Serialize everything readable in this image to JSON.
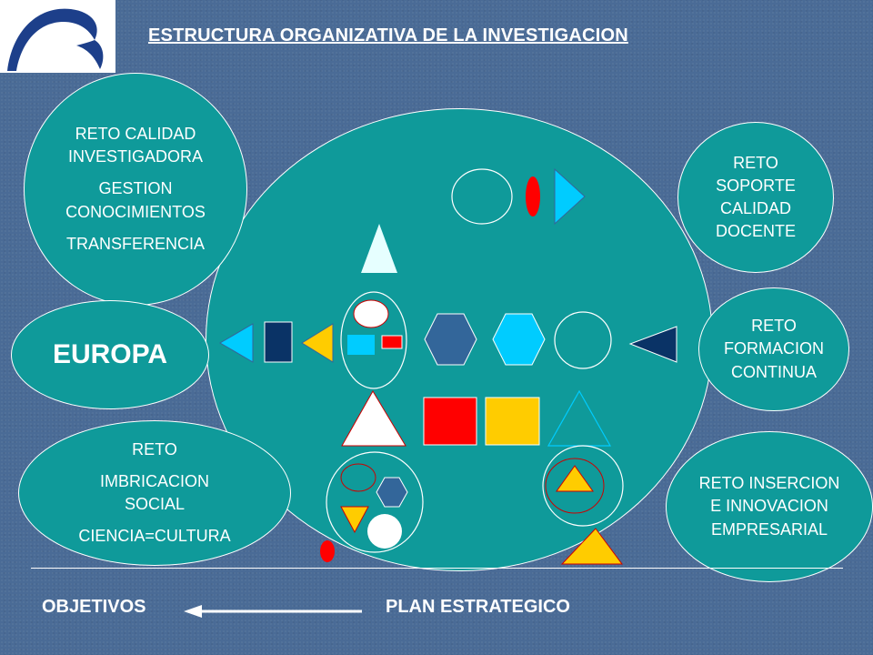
{
  "title": "ESTRUCTURA ORGANIZATIVA DE LA INVESTIGACION",
  "bubbles": {
    "calidad_investigadora": {
      "line1": "RETO CALIDAD INVESTIGADORA",
      "line2": "GESTION CONOCIMIENTOS",
      "line3": "TRANSFERENCIA"
    },
    "europa": {
      "label": "EUROPA"
    },
    "imbricacion_social": {
      "line1": "RETO",
      "line2": "IMBRICACION SOCIAL",
      "line3": "CIENCIA=CULTURA"
    },
    "soporte_calidad": {
      "label": "RETO SOPORTE CALIDAD DOCENTE"
    },
    "formacion_continua": {
      "label": "RETO FORMACION CONTINUA"
    },
    "insercion": {
      "label": "RETO INSERCION E INNOVACION EMPRESARIAL"
    }
  },
  "footer": {
    "left": "OBJETIVOS",
    "right": "PLAN ESTRATEGICO"
  },
  "colors": {
    "background": "#4a6b96",
    "teal": "#0f9a9a",
    "navy": "#0a3366",
    "steel_blue": "#33669a",
    "cyan": "#00ccff",
    "red": "#ff0000",
    "gold": "#ffcc00",
    "white": "#ffffff",
    "pale_cyan": "#e6ffff"
  }
}
